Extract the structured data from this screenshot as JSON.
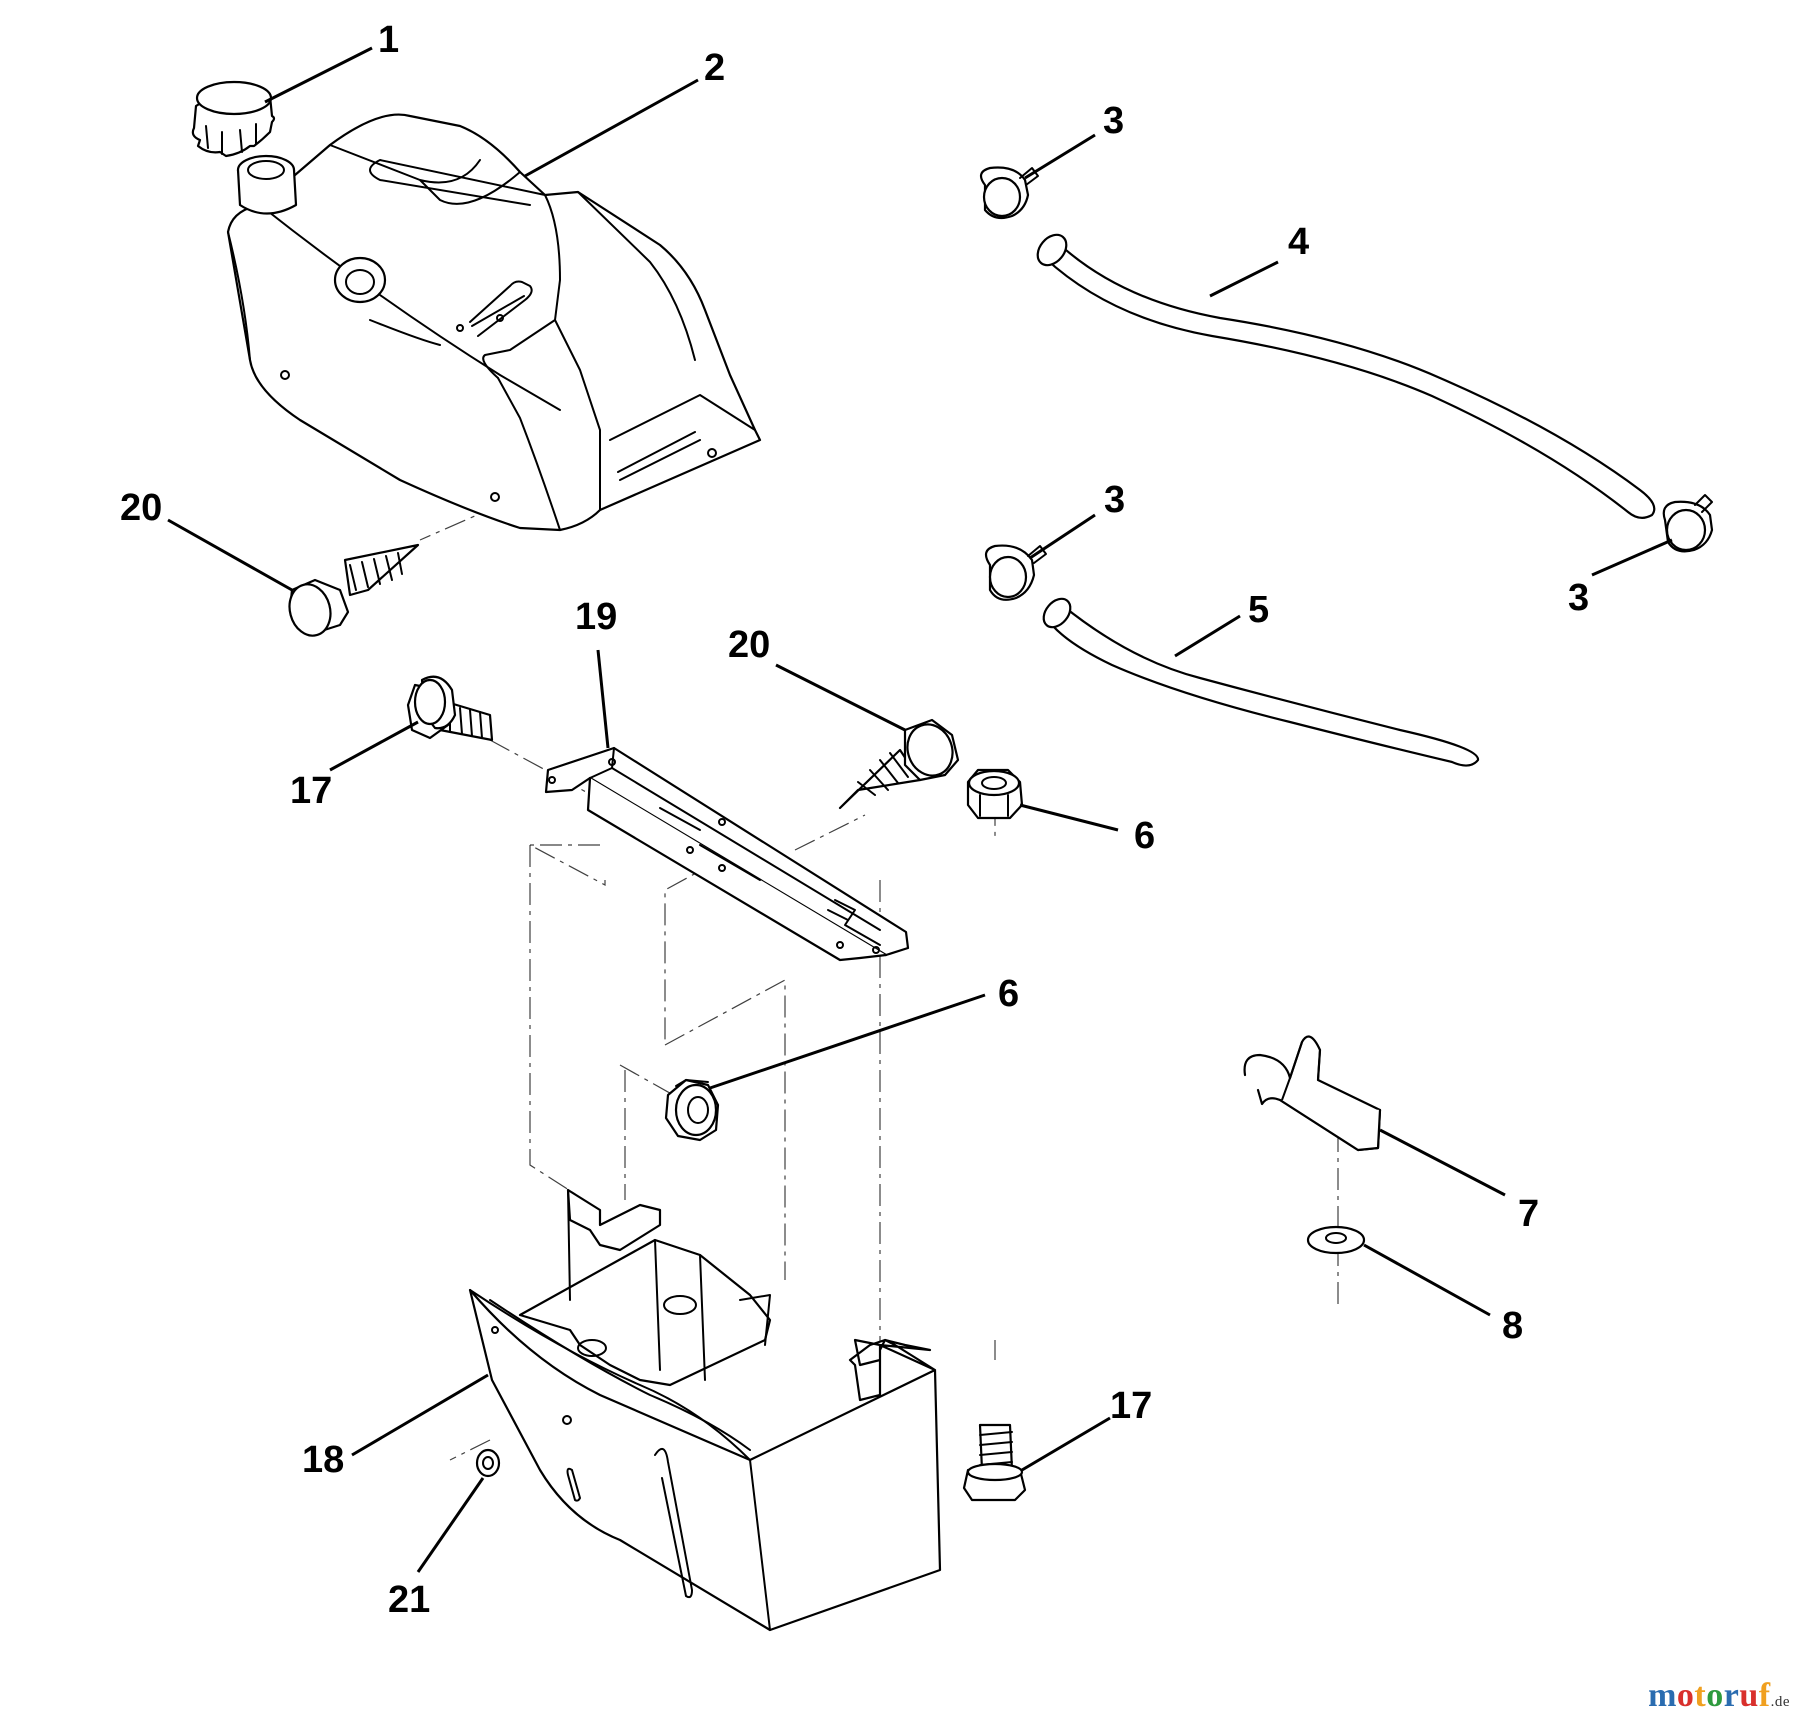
{
  "diagram": {
    "callouts": [
      {
        "id": "c1",
        "label": "1"
      },
      {
        "id": "c2",
        "label": "2"
      },
      {
        "id": "c3a",
        "label": "3"
      },
      {
        "id": "c4",
        "label": "4"
      },
      {
        "id": "c3b",
        "label": "3"
      },
      {
        "id": "c3c",
        "label": "3"
      },
      {
        "id": "c5",
        "label": "5"
      },
      {
        "id": "c20a",
        "label": "20"
      },
      {
        "id": "c19",
        "label": "19"
      },
      {
        "id": "c20b",
        "label": "20"
      },
      {
        "id": "c17a",
        "label": "17"
      },
      {
        "id": "c6a",
        "label": "6"
      },
      {
        "id": "c6b",
        "label": "6"
      },
      {
        "id": "c7",
        "label": "7"
      },
      {
        "id": "c8",
        "label": "8"
      },
      {
        "id": "c17b",
        "label": "17"
      },
      {
        "id": "c18",
        "label": "18"
      },
      {
        "id": "c21",
        "label": "21"
      }
    ]
  },
  "watermark": {
    "logo_letters": [
      "m",
      "o",
      "t",
      "o",
      "r",
      "u",
      "f"
    ],
    "logo_colors": [
      "#2a6cb0",
      "#d9302c",
      "#f0a020",
      "#2e9a3e",
      "#2a6cb0",
      "#d9302c",
      "#f0a020"
    ],
    "tld": ".de"
  }
}
